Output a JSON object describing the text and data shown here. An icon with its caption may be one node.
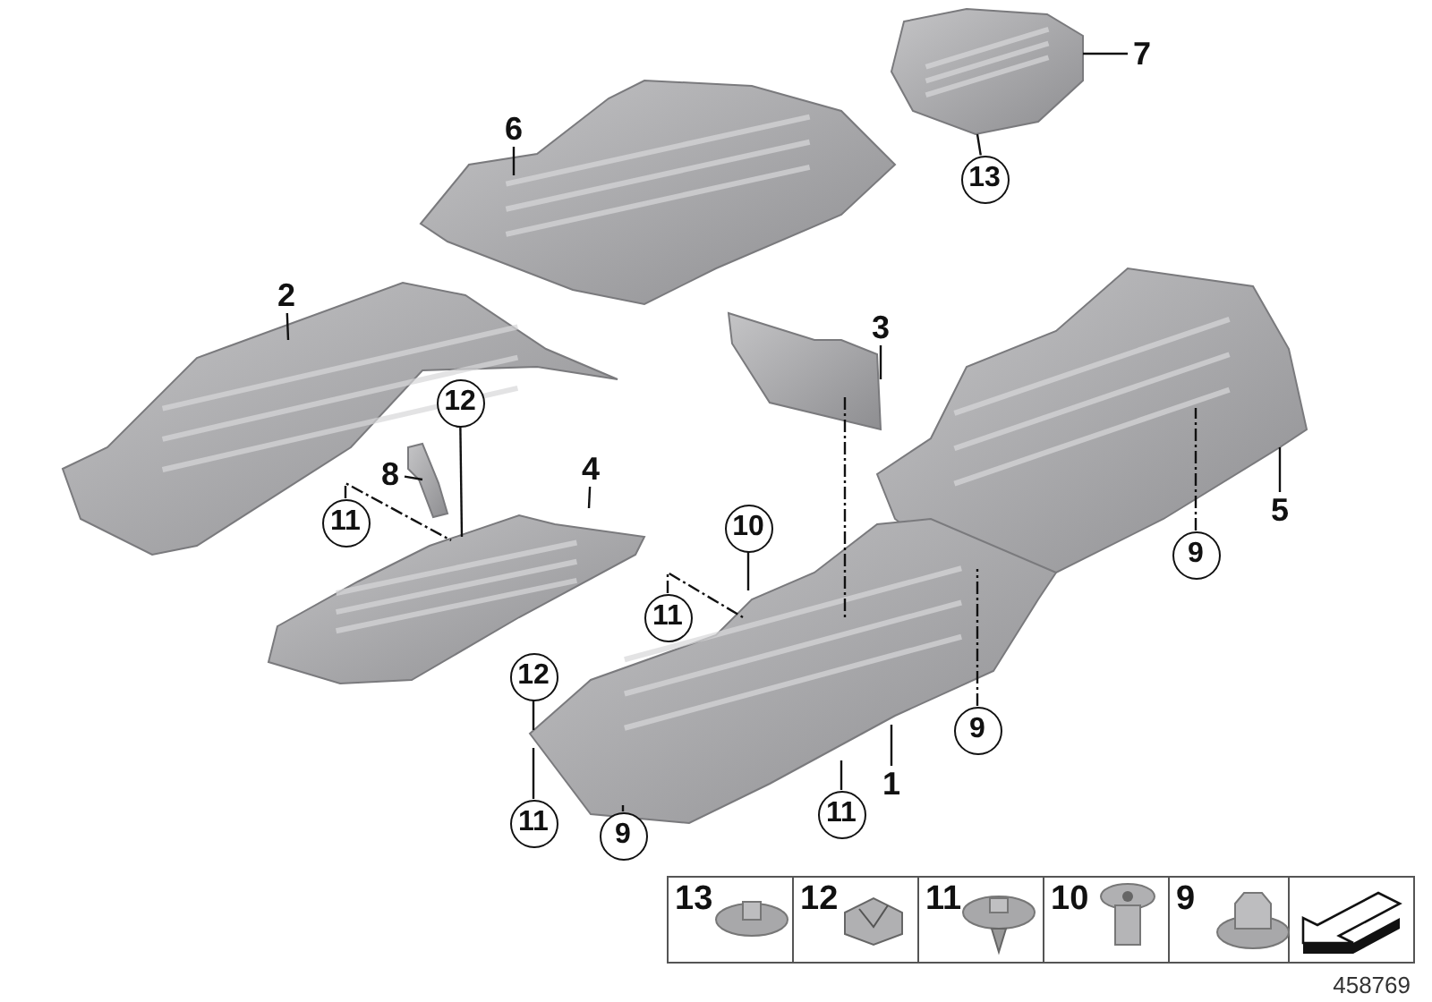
{
  "diagram": {
    "nodes": [
      {
        "text": [
          "7"
        ]
      },
      {
        "text": [],
        "shape": "picture"
      },
      {
        "text": [
          "6"
        ]
      },
      {
        "text": [],
        "shape": "picture"
      },
      {
        "text": [
          "13"
        ]
      },
      {
        "text": [
          "2"
        ]
      },
      {
        "text": [],
        "shape": "picture"
      },
      {
        "text": [
          "3"
        ]
      },
      {
        "text": [],
        "shape": "picture"
      },
      {
        "text": [
          "12"
        ]
      },
      {
        "text": [
          "8"
        ]
      },
      {
        "text": [],
        "shape": "picture"
      },
      {
        "text": [
          "4"
        ]
      },
      {
        "text": [],
        "shape": "picture"
      },
      {
        "text": [
          "11"
        ]
      },
      {
        "text": [
          "10"
        ]
      },
      {
        "text": [
          "11"
        ]
      },
      {
        "text": [
          "5"
        ]
      },
      {
        "text": [],
        "shape": "picture"
      },
      {
        "text": [
          "9"
        ]
      },
      {
        "text": [
          "12"
        ]
      },
      {
        "text": [
          "11"
        ]
      },
      {
        "text": [
          "9"
        ]
      },
      {
        "text": [
          "11"
        ]
      },
      {
        "text": [
          "1"
        ]
      },
      {
        "text": [],
        "shape": "picture"
      },
      {
        "text": [
          "9"
        ]
      }
    ],
    "edges": [
      {
        "from": 0,
        "to": 1,
        "arrow": "none"
      },
      {
        "from": 2,
        "to": 3,
        "arrow": "none"
      },
      {
        "from": 4,
        "to": 1,
        "arrow": "none"
      },
      {
        "from": 5,
        "to": 6,
        "arrow": "none"
      },
      {
        "from": 7,
        "to": 8,
        "arrow": "none"
      },
      {
        "from": 9,
        "to": 13,
        "arrow": "none"
      },
      {
        "from": 10,
        "to": 11,
        "arrow": "none"
      },
      {
        "from": 12,
        "to": 13,
        "arrow": "none"
      },
      {
        "from": 14,
        "to": 13,
        "arrow": "none",
        "style": "dashed"
      },
      {
        "from": 15,
        "to": 25,
        "arrow": "none"
      },
      {
        "from": 16,
        "to": 25,
        "arrow": "none",
        "style": "dashed"
      },
      {
        "from": 17,
        "to": 18,
        "arrow": "none"
      },
      {
        "from": 19,
        "to": 18,
        "arrow": "none",
        "style": "dashed"
      },
      {
        "from": 20,
        "to": 25,
        "arrow": "none"
      },
      {
        "from": 21,
        "to": 25,
        "arrow": "none"
      },
      {
        "from": 22,
        "to": 25,
        "arrow": "none",
        "style": "dashed"
      },
      {
        "from": 23,
        "to": 25,
        "arrow": "none"
      },
      {
        "from": 24,
        "to": 25,
        "arrow": "none"
      },
      {
        "from": 26,
        "to": 25,
        "arrow": "none"
      },
      {
        "from": 8,
        "to": 25,
        "arrow": "none",
        "style": "dashed"
      }
    ],
    "labels": [
      "13",
      "12",
      "11",
      "10",
      "9",
      "458769"
    ]
  }
}
